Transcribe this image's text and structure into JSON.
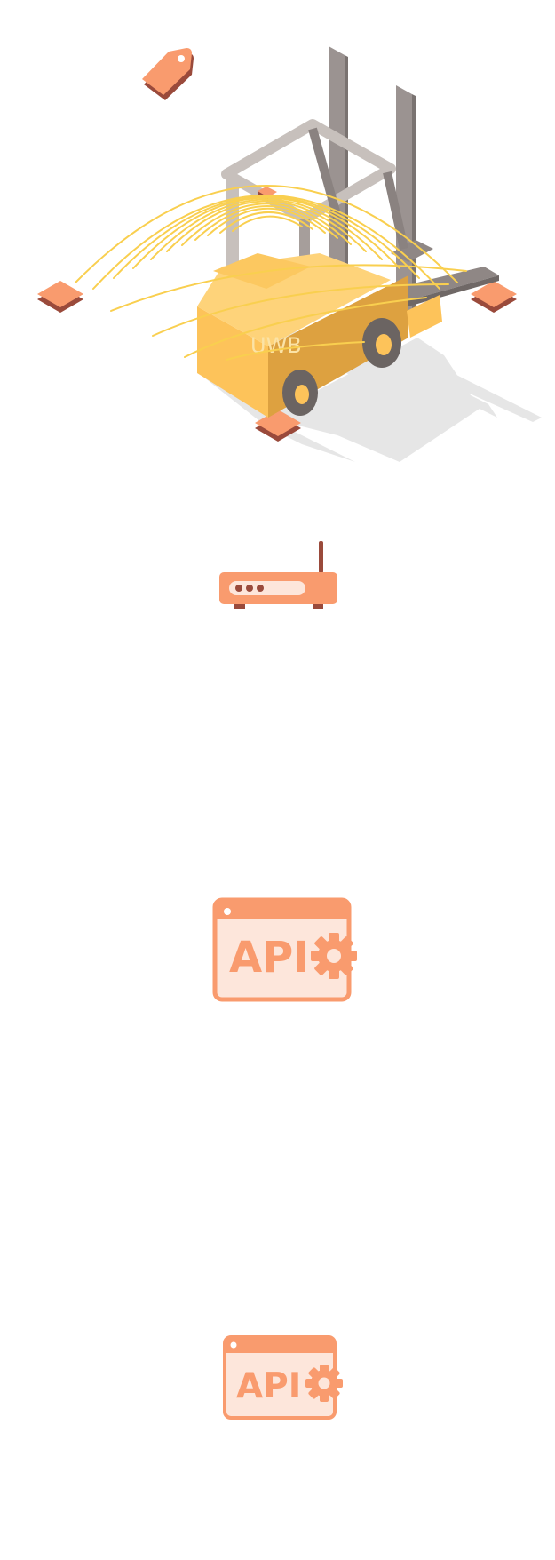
{
  "scene": {
    "forklift_label": "UWB"
  },
  "api_cards": [
    {
      "label": "API"
    },
    {
      "label": "API"
    }
  ],
  "colors": {
    "accent": "#f99b6e",
    "accent_dark": "#9a4a3b",
    "accent_light": "#fde6db",
    "forklift_body": "#fdc35a",
    "forklift_body_dark": "#dda140",
    "mast_grey": "#8f8785",
    "mast_light": "#c7c0bc",
    "wave": "#f9cf4f",
    "shadow": "#e6e6e6"
  },
  "icons": [
    "tag-icon",
    "anchor-icon",
    "router-icon",
    "api-gear-icon",
    "gear-icon"
  ]
}
